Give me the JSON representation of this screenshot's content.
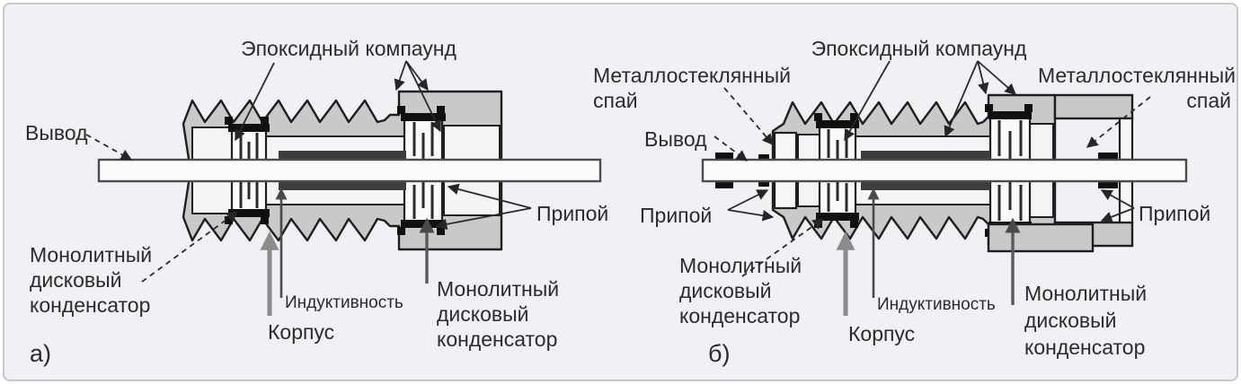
{
  "figure": {
    "panel_background": "#f1f1f5",
    "panel_border_color": "#c6c6cc",
    "ink_color": "#2b2b2b",
    "body_metal_color": "#c9c9c9",
    "cavity_color": "#f4f4f7",
    "inductor_color": "#3d3d3d"
  },
  "diagram_a": {
    "caption": "а)",
    "labels": {
      "epoxy": "Эпоксидный компаунд",
      "lead": "Вывод",
      "capacitor_left": "Монолитный дисковый конденсатор",
      "body": "Корпус",
      "inductance": "Индуктивность",
      "capacitor_right": "Монолитный дисковый конденсатор",
      "solder": "Припой"
    }
  },
  "diagram_b": {
    "caption": "б)",
    "labels": {
      "epoxy": "Эпоксидный компаунд",
      "metal_glass_seal_left": "Металлостеклянный спай",
      "metal_glass_seal_right": "Металлостеклянный спай",
      "lead": "Вывод",
      "solder_left": "Припой",
      "capacitor_left": "Монолитный дисковый конденсатор",
      "body": "Корпус",
      "inductance": "Индуктивность",
      "capacitor_right": "Монолитный дисковый конденсатор",
      "solder_right": "Припой"
    }
  }
}
